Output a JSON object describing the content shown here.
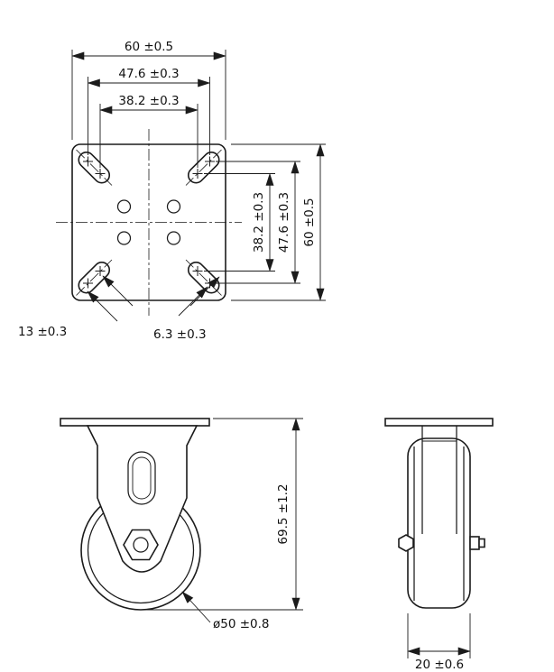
{
  "top_view": {
    "dim_plate_width": "60 ±0.5",
    "dim_hole_span_outer_h": "47.6 ±0.3",
    "dim_hole_span_inner_h": "38.2 ±0.3",
    "dim_hole_span_inner_v": "38.2 ±0.3",
    "dim_hole_span_outer_v": "47.6 ±0.3",
    "dim_plate_height": "60 ±0.5",
    "dim_slot_width": "13 ±0.3",
    "dim_slot_hole": "6.3 ±0.3"
  },
  "front_view": {
    "dim_overall_height": "69.5 ±1.2",
    "dim_wheel_diameter": "ø50 ±0.8"
  },
  "side_view": {
    "dim_wheel_width": "20 ±0.6"
  }
}
